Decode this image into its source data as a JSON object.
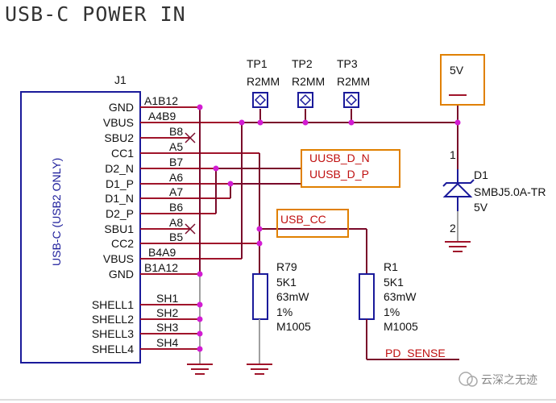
{
  "title": "USB-C POWER IN",
  "connector": {
    "ref": "J1",
    "body_label": "USB-C (USB2 ONLY)",
    "pins": [
      {
        "name": "GND",
        "number": "A1B12"
      },
      {
        "name": "VBUS",
        "number": "A4B9"
      },
      {
        "name": "SBU2",
        "number": "B8"
      },
      {
        "name": "CC1",
        "number": "A5"
      },
      {
        "name": "D2_N",
        "number": "B7"
      },
      {
        "name": "D1_P",
        "number": "A6"
      },
      {
        "name": "D1_N",
        "number": "A7"
      },
      {
        "name": "D2_P",
        "number": "B6"
      },
      {
        "name": "SBU1",
        "number": "A8"
      },
      {
        "name": "CC2",
        "number": "B5"
      },
      {
        "name": "VBUS",
        "number": "B4A9"
      },
      {
        "name": "GND",
        "number": "B1A12"
      }
    ],
    "shells": [
      {
        "name": "SHELL1",
        "number": "SH1"
      },
      {
        "name": "SHELL2",
        "number": "SH2"
      },
      {
        "name": "SHELL3",
        "number": "SH3"
      },
      {
        "name": "SHELL4",
        "number": "SH4"
      }
    ]
  },
  "testpoints": [
    {
      "ref": "TP1",
      "value": "R2MM"
    },
    {
      "ref": "TP2",
      "value": "R2MM"
    },
    {
      "ref": "TP3",
      "value": "R2MM"
    }
  ],
  "power": {
    "label": "5V"
  },
  "diode": {
    "ref": "D1",
    "part": "SMBJ5.0A-TR",
    "value": "5V",
    "pin1": "1",
    "pin2": "2"
  },
  "nets": {
    "usb_d_n": "UUSB_D_N",
    "usb_d_p": "UUSB_D_P",
    "usb_cc": "USB_CC",
    "pd_sense": "PD_SENSE"
  },
  "resistors": [
    {
      "ref": "R79",
      "value": "5K1",
      "power": "63mW",
      "tol": "1%",
      "pkg": "M1005"
    },
    {
      "ref": "R1",
      "value": "5K1",
      "power": "63mW",
      "tol": "1%",
      "pkg": "M1005"
    }
  ],
  "watermark": "云深之无迹",
  "colors": {
    "wire": "#7a0a2a",
    "component": "#1a1a9a",
    "net_label": "#c01010",
    "junction": "#d21cd2",
    "frame": "#e08000"
  }
}
